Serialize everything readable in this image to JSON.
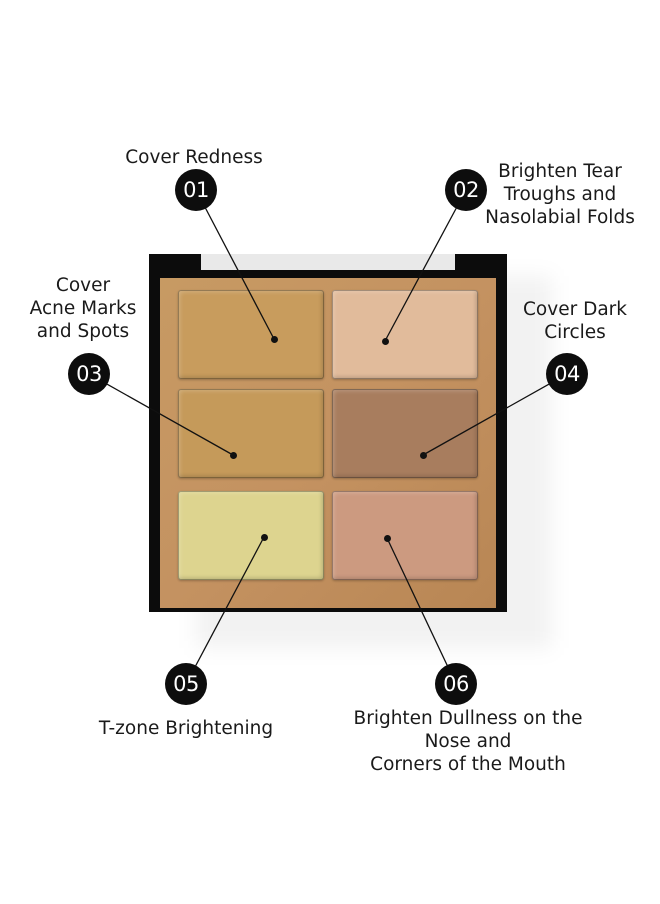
{
  "callouts": [
    {
      "number": "01",
      "lines": [
        "Cover Redness"
      ]
    },
    {
      "number": "02",
      "lines": [
        "Brighten Tear",
        "Troughs and",
        "Nasolabial Folds"
      ]
    },
    {
      "number": "03",
      "lines": [
        "Cover",
        "Acne Marks",
        "and Spots"
      ]
    },
    {
      "number": "04",
      "lines": [
        "Cover Dark",
        "Circles"
      ]
    },
    {
      "number": "05",
      "lines": [
        "T-zone Brightening"
      ]
    },
    {
      "number": "06",
      "lines": [
        "Brighten Dullness on the",
        "Nose and",
        "Corners of the Mouth"
      ]
    }
  ],
  "shades": [
    "#c89c5d",
    "#e1bb9b",
    "#c59a5a",
    "#a87d5e",
    "#ddd48f",
    "#cc9a80"
  ],
  "colors": {
    "badge": "#0d0d0d",
    "badge_text": "#ffffff",
    "palette_case": "#0c0c0c",
    "tray": "#c49261"
  }
}
